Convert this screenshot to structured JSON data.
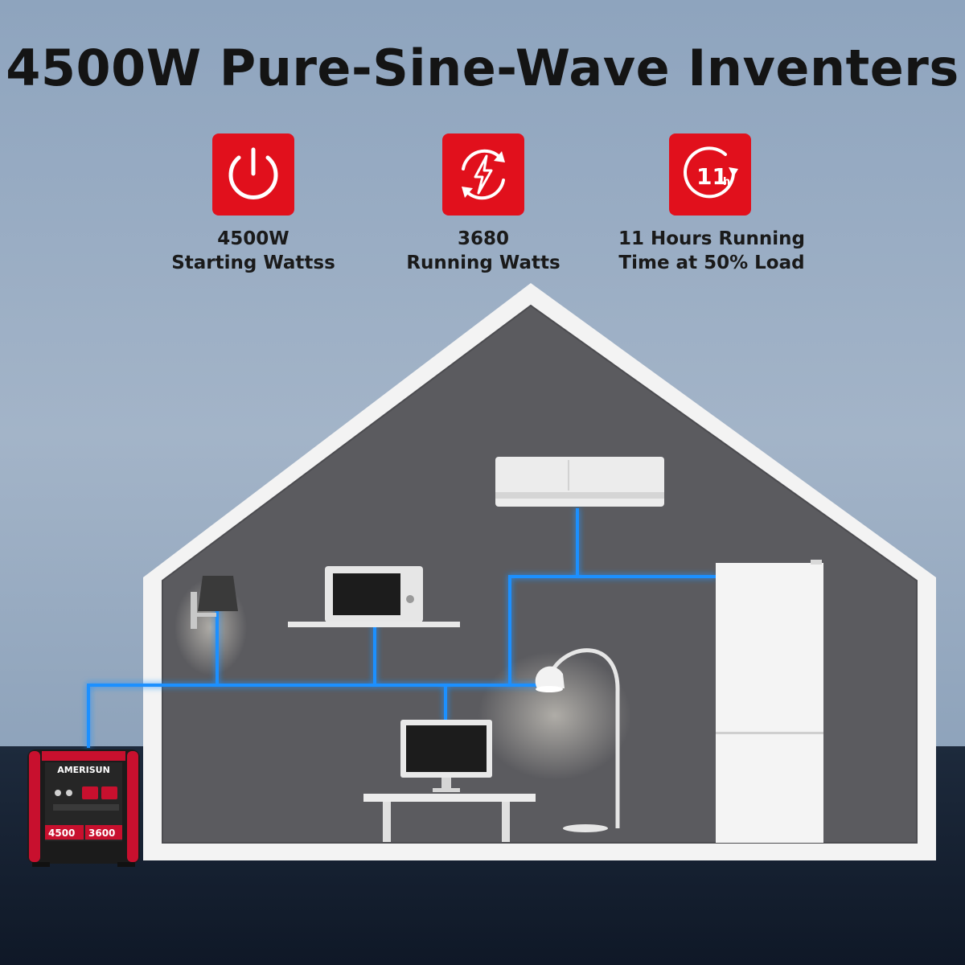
{
  "headline": "4500W Pure-Sine-Wave Inventers",
  "colors": {
    "brand_red": "#e1101c",
    "wire_blue": "#1e90ff",
    "house_interior": "#5b5b5f",
    "ground": "#141f30"
  },
  "features": [
    {
      "icon": "power-icon",
      "value": "4500W",
      "label": "Starting Wattss"
    },
    {
      "icon": "lightning-cycle-icon",
      "value": "3680",
      "label": "Running Watts"
    },
    {
      "icon": "11h-timer-icon",
      "badge": "11",
      "badge_unit": "h",
      "value": "11 Hours Running",
      "label": "Time at 50% Load"
    }
  ],
  "generator": {
    "brand": "AMERISUN",
    "starting_watts": "4500",
    "running_watts": "3600"
  }
}
